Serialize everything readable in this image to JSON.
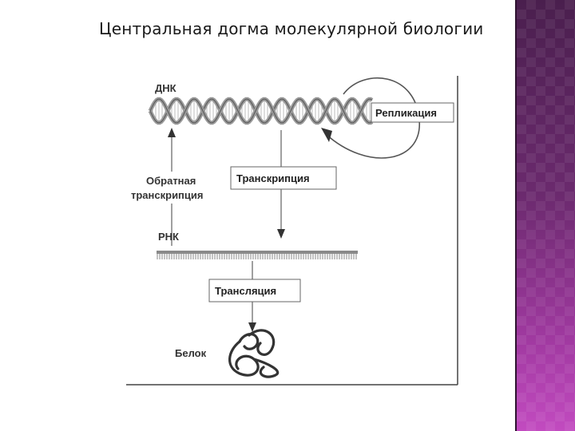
{
  "slide": {
    "title": "Центральная догма молекулярной биологии"
  },
  "diagram": {
    "dna_label": "ДНК",
    "replication_label": "Репликация",
    "reverse_transcription_line1": "Обратная",
    "reverse_transcription_line2": "транскрипция",
    "transcription_label": "Транскрипция",
    "rna_label": "РНК",
    "translation_label": "Трансляция",
    "protein_label": "Белок"
  },
  "colors": {
    "sidebar_dark": "#4a1f4e",
    "sidebar_light": "#c24bc0",
    "strand": "#9a9a9a",
    "strand_dark": "#555555"
  }
}
